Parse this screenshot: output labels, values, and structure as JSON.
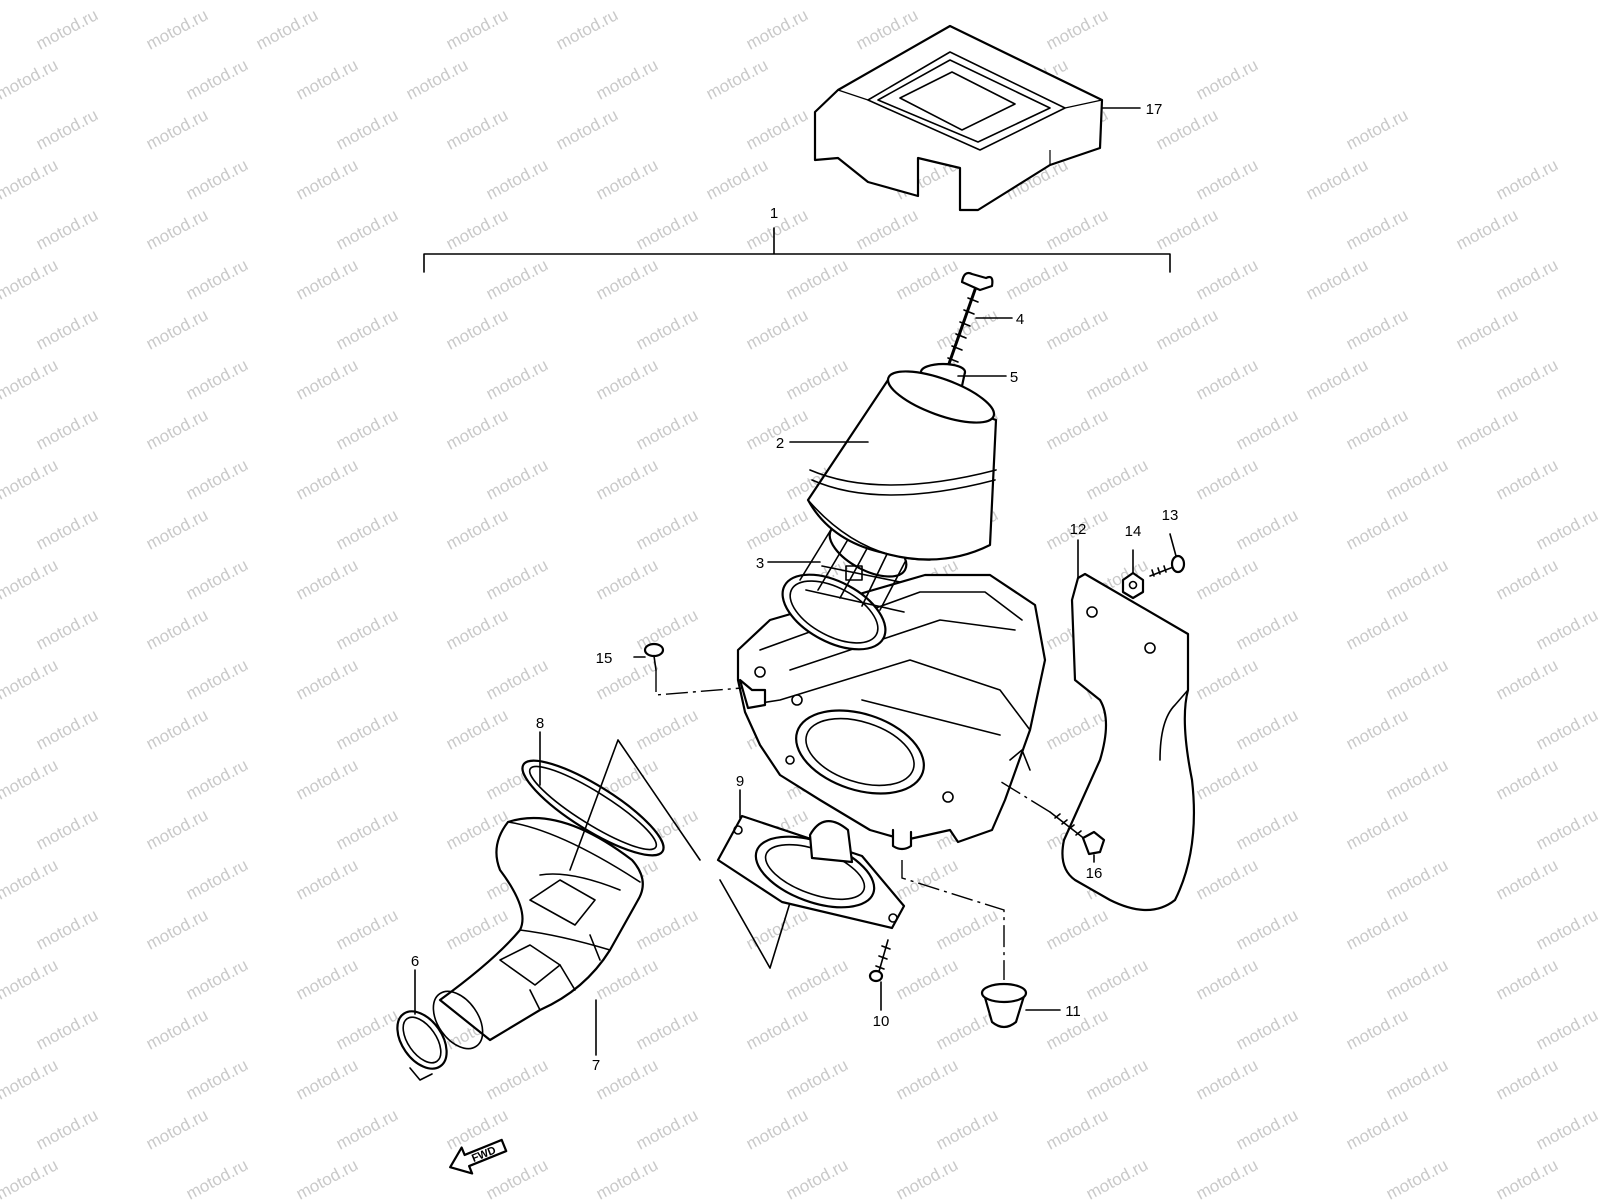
{
  "watermark": {
    "text": "motod.ru"
  },
  "direction_arrow": {
    "label": "FWD"
  },
  "callouts": [
    {
      "id": "1",
      "label": "1"
    },
    {
      "id": "2",
      "label": "2"
    },
    {
      "id": "3",
      "label": "3"
    },
    {
      "id": "4",
      "label": "4"
    },
    {
      "id": "5",
      "label": "5"
    },
    {
      "id": "6",
      "label": "6"
    },
    {
      "id": "7",
      "label": "7"
    },
    {
      "id": "8",
      "label": "8"
    },
    {
      "id": "9",
      "label": "9"
    },
    {
      "id": "10",
      "label": "10"
    },
    {
      "id": "11",
      "label": "11"
    },
    {
      "id": "12",
      "label": "12"
    },
    {
      "id": "13",
      "label": "13"
    },
    {
      "id": "14",
      "label": "14"
    },
    {
      "id": "15",
      "label": "15"
    },
    {
      "id": "16",
      "label": "16"
    },
    {
      "id": "17",
      "label": "17"
    }
  ]
}
